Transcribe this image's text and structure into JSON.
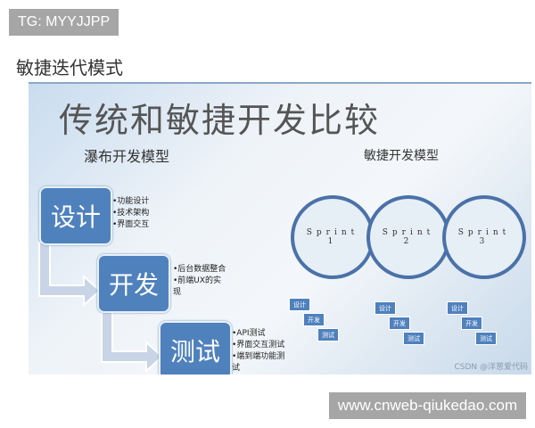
{
  "tag": "TG: MYYJJPP",
  "heading": "敏捷迭代模式",
  "slide": {
    "title": "传统和敏捷开发比较",
    "waterfall": {
      "title": "瀑布开发模型",
      "stages": [
        {
          "label": "设计",
          "bullets": [
            "•功能设计",
            "•技术架构",
            "•界面交互"
          ]
        },
        {
          "label": "开发",
          "bullets": [
            "•后台数据整合",
            "•前端UX的实",
            "  现"
          ]
        },
        {
          "label": "测试",
          "bullets": [
            "•API测试",
            "•界面交互测试",
            "•端到端功能测",
            "  试"
          ]
        }
      ]
    },
    "agile": {
      "title": "敏捷开发模型",
      "sprints": [
        {
          "word": "Sprint",
          "num": "1"
        },
        {
          "word": "Sprint",
          "num": "2"
        },
        {
          "word": "Sprint",
          "num": "3"
        }
      ],
      "mini_labels": [
        "设计",
        "开发",
        "测试"
      ]
    },
    "watermark": "CSDN @洋葱爱代码"
  },
  "footer_url": "www.cnweb-qiukedao.com",
  "colors": {
    "accent": "#4f81bd",
    "circle_border": "#4a72a8"
  }
}
